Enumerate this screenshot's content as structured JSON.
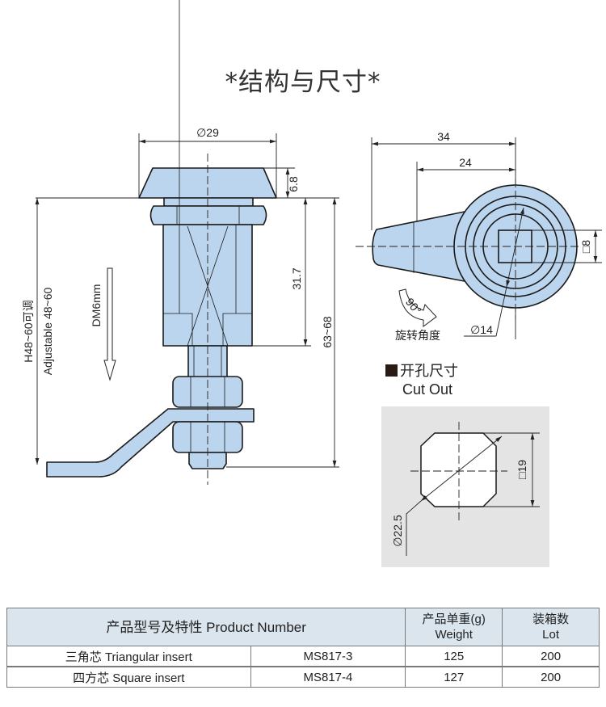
{
  "title": "*结构与尺寸*",
  "side_view": {
    "dimensions": {
      "cap_diameter": "∅29",
      "cap_height": "6.8",
      "body_length": "31.7",
      "overall_length": "63~68",
      "adjustable_cn": "H48~60可调",
      "adjustable_en": "Adjustable 48~60",
      "thread_label": "DM6mm"
    }
  },
  "front_view": {
    "dimensions": {
      "overall_width": "34",
      "cam_width": "24",
      "square_insert": "□8",
      "inner_diameter": "∅14"
    },
    "rotation": {
      "angle_label": "90°",
      "caption": "旋转角度"
    }
  },
  "cut_out": {
    "heading_cn": "开孔尺寸",
    "heading_en": "Cut Out",
    "square_size": "□19",
    "diagonal_diameter": "∅22.5"
  },
  "table": {
    "headers": {
      "product": "产品型号及特性 Product Number",
      "weight_cn": "产品单重(g)",
      "weight_en": "Weight",
      "lot_cn": "装箱数",
      "lot_en": "Lot"
    },
    "rows": [
      {
        "description": "三角芯 Triangular insert",
        "model": "MS817-3",
        "weight": "125",
        "lot": "200"
      },
      {
        "description": "四方芯 Square insert",
        "model": "MS817-4",
        "weight": "127",
        "lot": "200"
      }
    ]
  },
  "colors": {
    "part_fill": "#bcd5ee",
    "table_header_bg": "#dbe5ee",
    "cutout_bg": "#e4e4e4"
  }
}
